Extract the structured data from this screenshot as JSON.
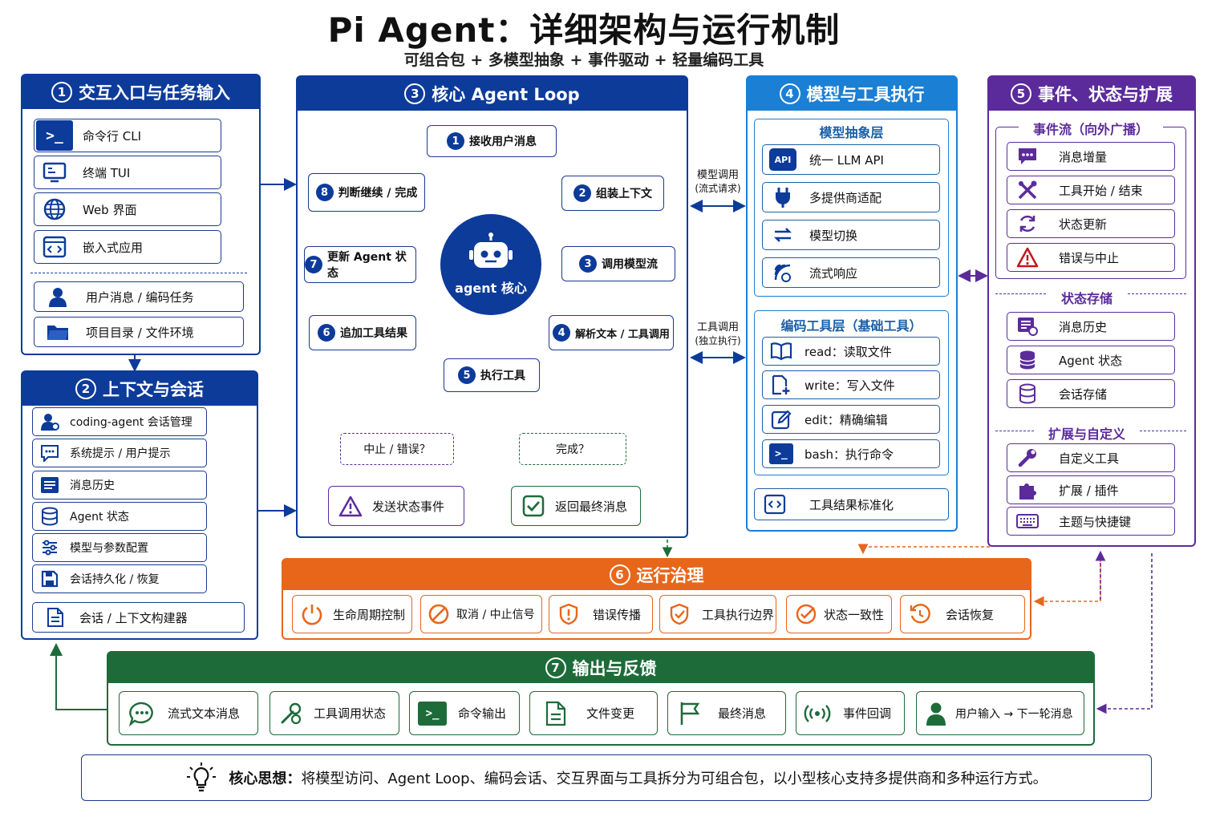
{
  "header": {
    "title": "Pi Agent：详细架构与运行机制",
    "subtitle": "可组合包 + 多模型抽象 + 事件驱动 + 轻量编码工具"
  },
  "colors": {
    "blue": "#0d3b9a",
    "lightblue": "#1b7fd4",
    "purple": "#5b2b9b",
    "orange": "#e8661a",
    "green": "#1e6b3a"
  },
  "p1": {
    "num": "1",
    "title": "交互入口与任务输入",
    "items": [
      "命令行 CLI",
      "终端 TUI",
      "Web 界面",
      "嵌入式应用"
    ],
    "inputs": [
      "用户消息 / 编码任务",
      "项目目录 / 文件环境"
    ]
  },
  "p2": {
    "num": "2",
    "title": "上下文与会话",
    "items": [
      "coding-agent 会话管理",
      "系统提示 / 用户提示",
      "消息历史",
      "Agent 状态",
      "模型与参数配置",
      "会话持久化 / 恢复"
    ],
    "builder": "会话 / 上下文构建器"
  },
  "p3": {
    "num": "3",
    "title": "核心 Agent Loop",
    "core": "agent 核心",
    "steps": [
      {
        "n": "1",
        "t": "接收用户消息"
      },
      {
        "n": "2",
        "t": "组装上下文"
      },
      {
        "n": "3",
        "t": "调用模型流"
      },
      {
        "n": "4",
        "t": "解析文本 / 工具调用"
      },
      {
        "n": "5",
        "t": "执行工具"
      },
      {
        "n": "6",
        "t": "追加工具结果"
      },
      {
        "n": "7",
        "t": "更新 Agent 状态"
      },
      {
        "n": "8",
        "t": "判断继续 / 完成"
      }
    ],
    "abort_q": "中止 / 错误？",
    "done_q": "完成？",
    "emit": "发送状态事件",
    "final": "返回最终消息"
  },
  "links": {
    "model_call": "模型调用",
    "model_call_sub": "(流式请求)",
    "tool_call": "工具调用",
    "tool_call_sub": "(独立执行)"
  },
  "p4": {
    "num": "4",
    "title": "模型与工具执行",
    "model_layer": "模型抽象层",
    "models": [
      "统一 LLM API",
      "多提供商适配",
      "模型切换",
      "流式响应"
    ],
    "api_icon": "API",
    "tool_layer": "编码工具层（基础工具）",
    "tools": [
      "read：读取文件",
      "write：写入文件",
      "edit：精确编辑",
      "bash：执行命令"
    ],
    "normalize": "工具结果标准化"
  },
  "p5": {
    "num": "5",
    "title": "事件、状态与扩展",
    "events_head": "事件流（向外广播）",
    "events": [
      "消息增量",
      "工具开始 / 结束",
      "状态更新",
      "错误与中止"
    ],
    "state_head": "状态存储",
    "states": [
      "消息历史",
      "Agent 状态",
      "会话存储"
    ],
    "ext_head": "扩展与自定义",
    "exts": [
      "自定义工具",
      "扩展 / 插件",
      "主题与快捷键"
    ]
  },
  "p6": {
    "num": "6",
    "title": "运行治理",
    "items": [
      "生命周期控制",
      "取消 / 中止信号",
      "错误传播",
      "工具执行边界",
      "状态一致性",
      "会话恢复"
    ]
  },
  "p7": {
    "num": "7",
    "title": "输出与反馈",
    "items": [
      "流式文本消息",
      "工具调用状态",
      "命令输出",
      "文件变更",
      "最终消息",
      "事件回调",
      "用户输入 → 下一轮消息"
    ]
  },
  "footer": {
    "label": "核心思想：",
    "text": "将模型访问、Agent Loop、编码会话、交互界面与工具拆分为可组合包，以小型核心支持多提供商和多种运行方式。"
  }
}
